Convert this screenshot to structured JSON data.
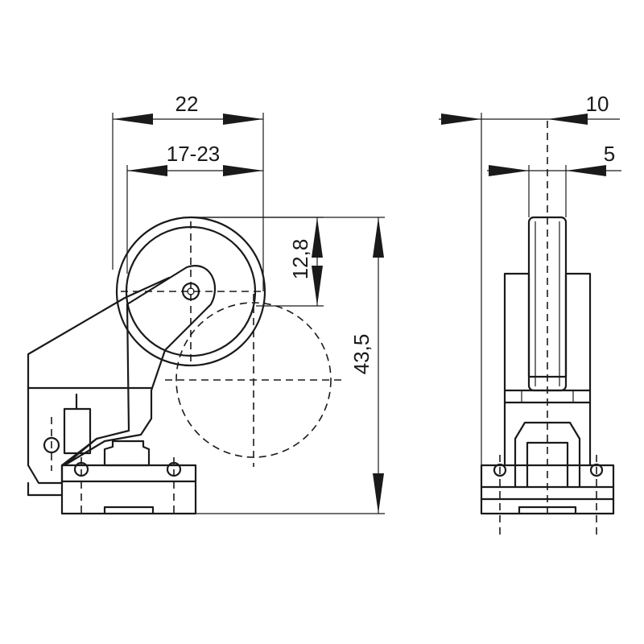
{
  "dimensions": {
    "width_total": "22",
    "width_range": "17-23",
    "roller_offset": "12,8",
    "height_total": "43,5",
    "side_width": "10",
    "roller_width": "5"
  }
}
